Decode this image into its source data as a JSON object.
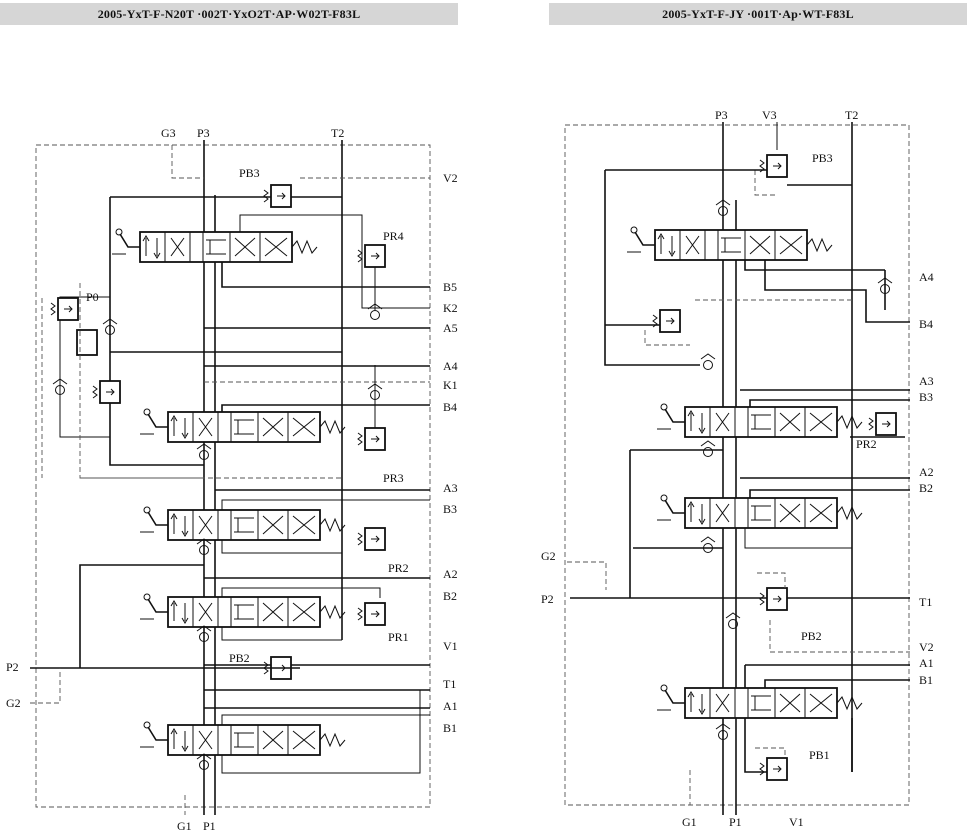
{
  "left": {
    "title": "2005-YxT-F-N20T ·002T·YxO2T·AP·W02T-F83L",
    "ports_top": {
      "g3": "G3",
      "p3": "P3",
      "t2": "T2"
    },
    "ports_right": {
      "v2": "V2",
      "b5": "B5",
      "k2": "K2",
      "a5": "A5",
      "a4": "A4",
      "k1": "K1",
      "b4": "B4",
      "a3": "A3",
      "b3": "B3",
      "a2": "A2",
      "b2": "B2",
      "v1": "V1",
      "t1": "T1",
      "a1": "A1",
      "b1": "B1"
    },
    "ports_left": {
      "p2": "P2",
      "g2": "G2"
    },
    "ports_bottom": {
      "g1": "G1",
      "p1": "P1"
    },
    "valves": {
      "pb3": "PB3",
      "pr4": "PR4",
      "p0": "P0",
      "pr3": "PR3",
      "pr2": "PR2",
      "pr1": "PR1",
      "pb2": "PB2"
    }
  },
  "right": {
    "title": "2005-YxT-F-JY ·001T·Ap·WT-F83L",
    "ports_top": {
      "p3": "P3",
      "v3": "V3",
      "t2": "T2"
    },
    "ports_right": {
      "a4": "A4",
      "b4": "B4",
      "a3": "A3",
      "b3": "B3",
      "a2": "A2",
      "b2": "B2",
      "t1": "T1",
      "v2": "V2",
      "a1": "A1",
      "b1": "B1"
    },
    "ports_left": {
      "g2": "G2",
      "p2": "P2"
    },
    "ports_bottom": {
      "g1": "G1",
      "p1": "P1",
      "v1": "V1"
    },
    "valves": {
      "pb3": "PB3",
      "pr2": "PR2",
      "pb2": "PB2",
      "pb1": "PB1"
    }
  },
  "icons": [
    "directional-valve-icon",
    "relief-valve-icon",
    "check-valve-icon",
    "spring-icon",
    "lever-icon"
  ]
}
